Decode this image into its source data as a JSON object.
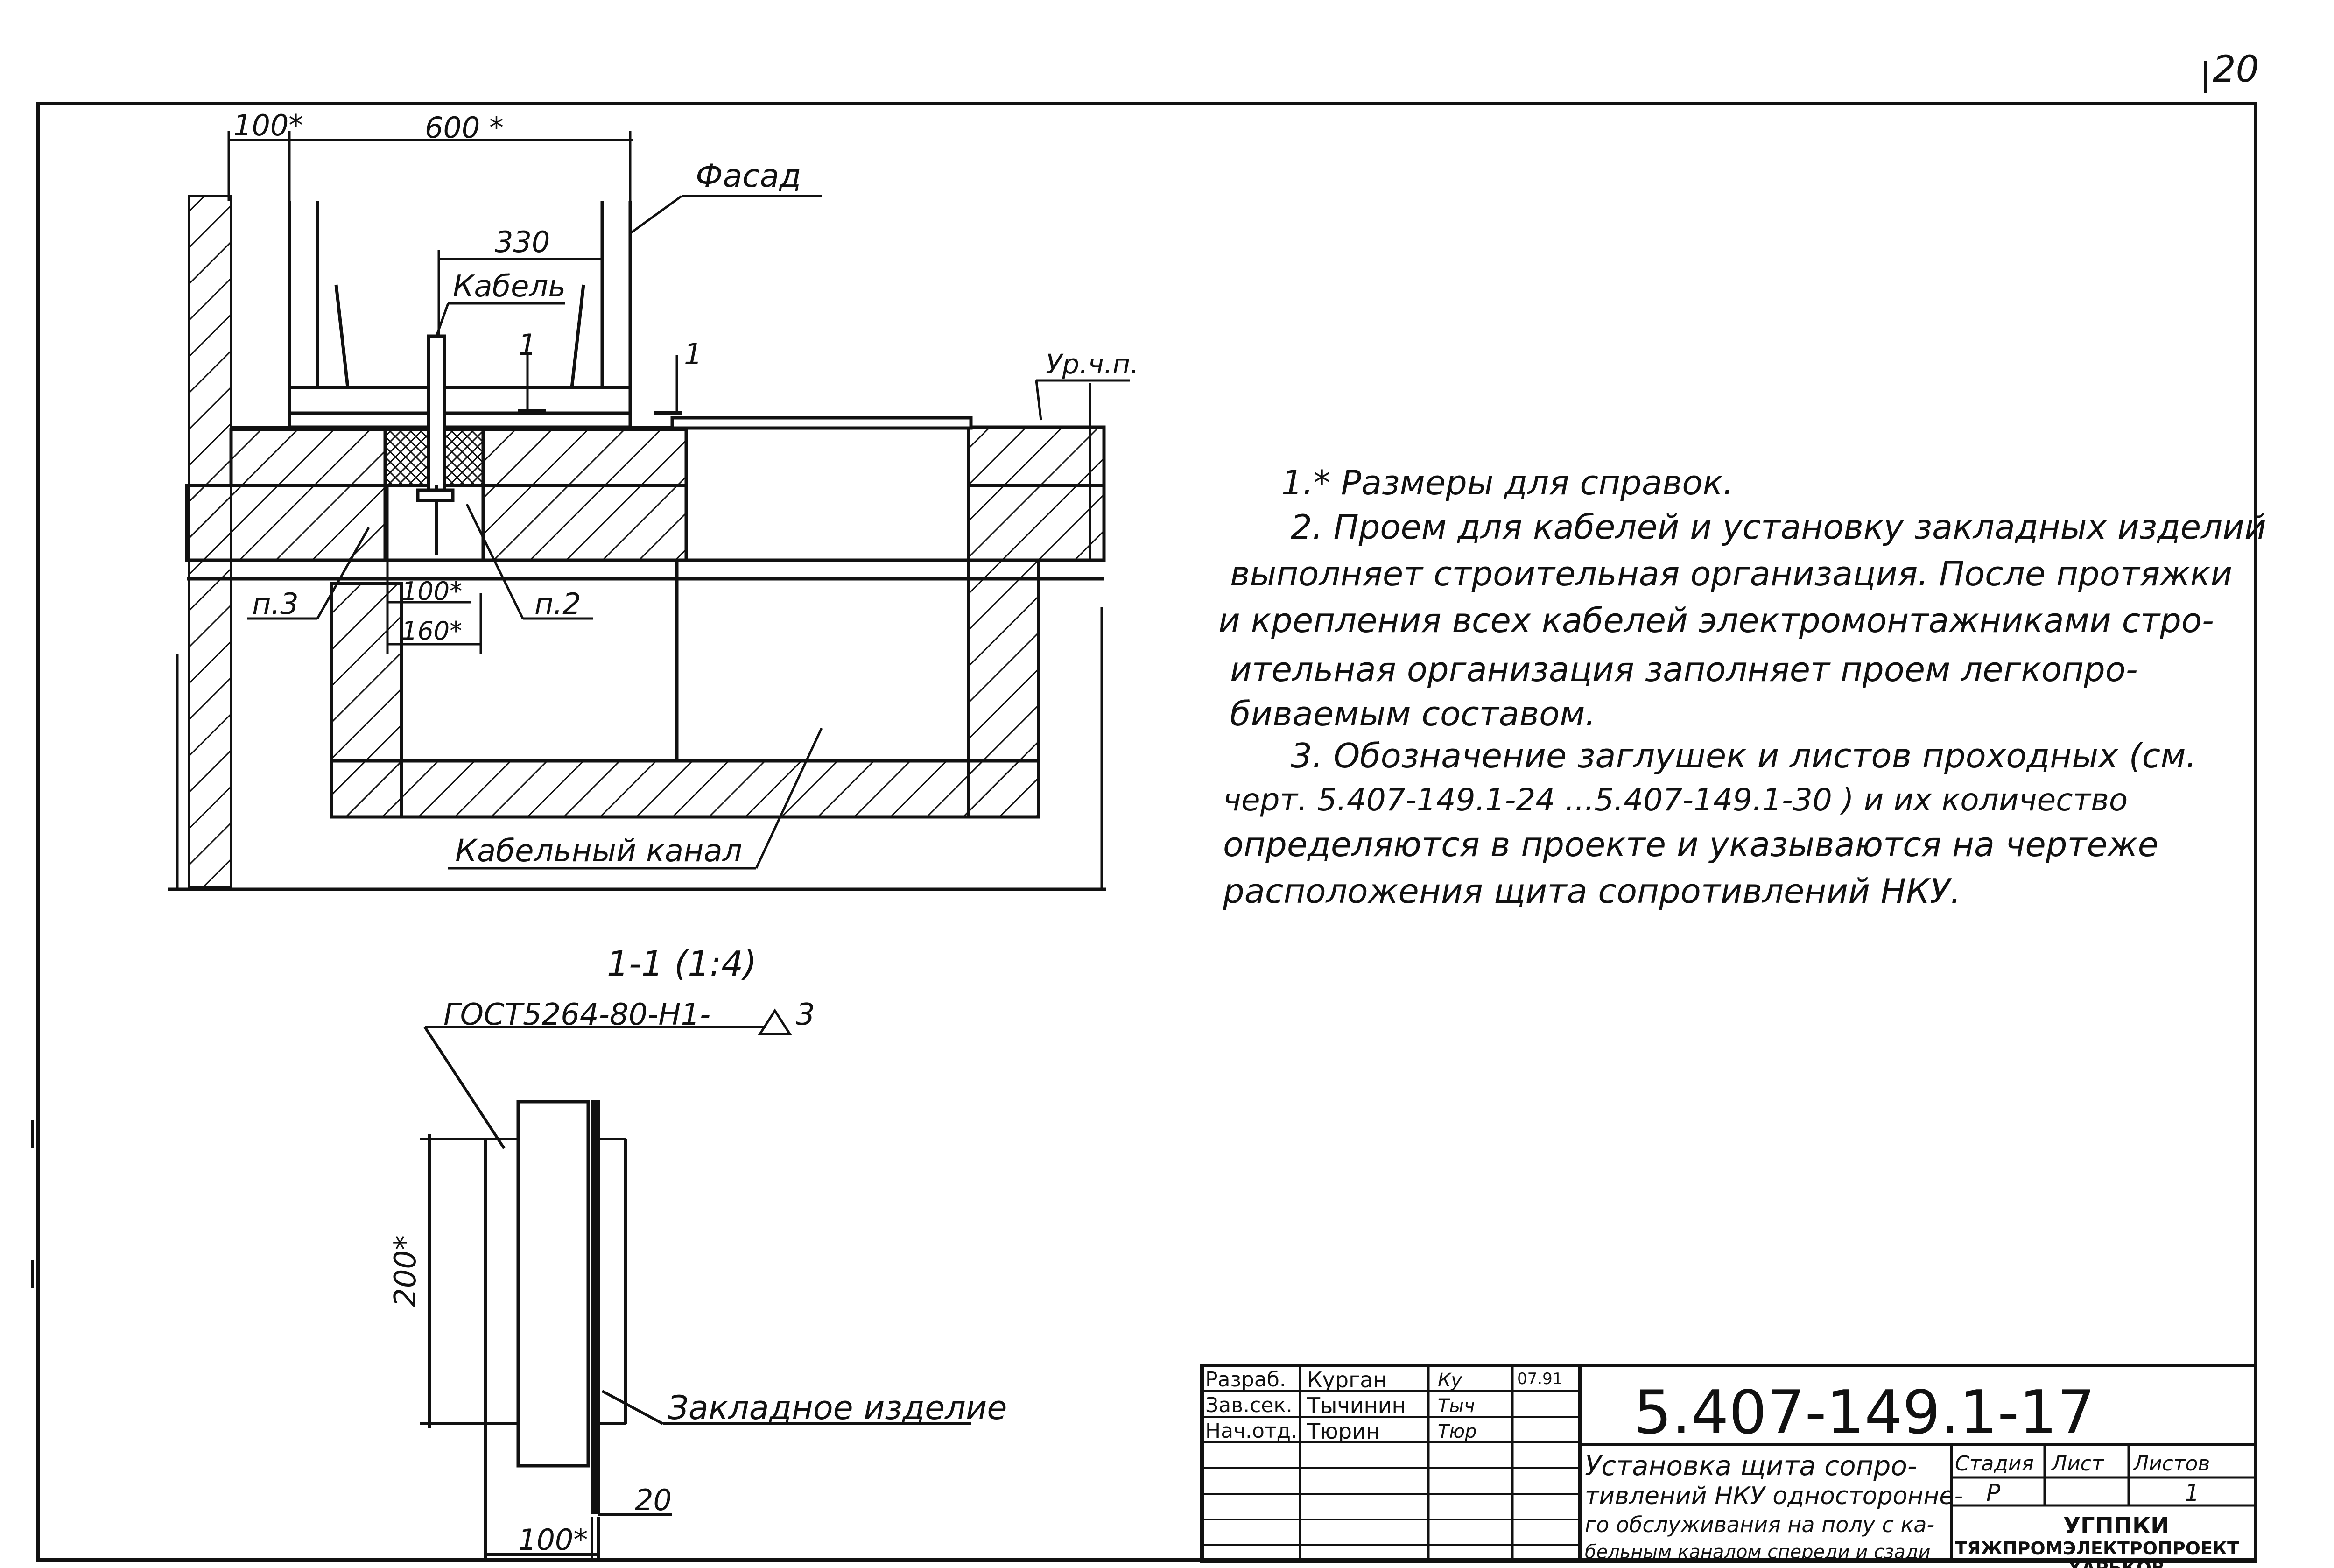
{
  "sheet": {
    "page_number": "20"
  },
  "plan": {
    "dim_100": "100*",
    "dim_600": "600 *",
    "dim_330": "330",
    "dim_100_small": "100*",
    "dim_160": "160*",
    "label_facade": "Фасад",
    "label_cable": "Кабель",
    "label_floor_level": "Ур.ч.п.",
    "label_p3": "п.3",
    "label_p2": "п.2",
    "cut_mark": "1",
    "label_cable_channel": "Кабельный канал"
  },
  "notes": {
    "line1": "1.* Размеры для справок.",
    "line2": "2. Проем для кабелей и установку закладных изделий",
    "line3": "выполняет строительная организация. После протяжки",
    "line4": "и крепления всех кабелей электромонтажниками стро-",
    "line5": "ительная организация заполняет проем легкопро-",
    "line6": "биваемым составом.",
    "line7": "3. Обозначение заглушек и листов проходных (см.",
    "line8": "черт. 5.407-149.1-24 ...5.407-149.1-30 ) и их количество",
    "line9": "определяются в проекте и указываются на чертеже",
    "line10": "расположения щита сопротивлений НКУ."
  },
  "section": {
    "title": "1-1 (1:4)",
    "weld_label": "ГОСТ5264-80-Н1-",
    "weld_size": "3",
    "dim_200": "200*",
    "dim_100": "100*",
    "dim_20": "20",
    "label_embedded": "Закладное изделие"
  },
  "title_block": {
    "doc_number": "5.407-149.1-17",
    "rows": [
      {
        "role": "Разраб.",
        "name": "Курган",
        "sign": "Ку",
        "date": "07.91"
      },
      {
        "role": "Зав.сек.",
        "name": "Тычинин",
        "sign": "Тыч",
        "date": ""
      },
      {
        "role": "Нач.отд.",
        "name": "Тюрин",
        "sign": "Тюр",
        "date": ""
      }
    ],
    "title_line1": "Установка щита сопро-",
    "title_line2": "тивлений НКУ односторонне-",
    "title_line3": "го обслуживания на полу с ка-",
    "title_line4": "бельным каналом спереди и сзади",
    "stage_header": "Стадия",
    "sheet_header": "Лист",
    "sheets_header": "Листов",
    "stage_value": "Р",
    "sheet_value": "",
    "sheets_value": "1",
    "org_line1": "УГППКИ",
    "org_line2": "ТЯЖПРОМЭЛЕКТРОПРОЕКТ",
    "org_line3": "ХАРЬКОВ"
  }
}
